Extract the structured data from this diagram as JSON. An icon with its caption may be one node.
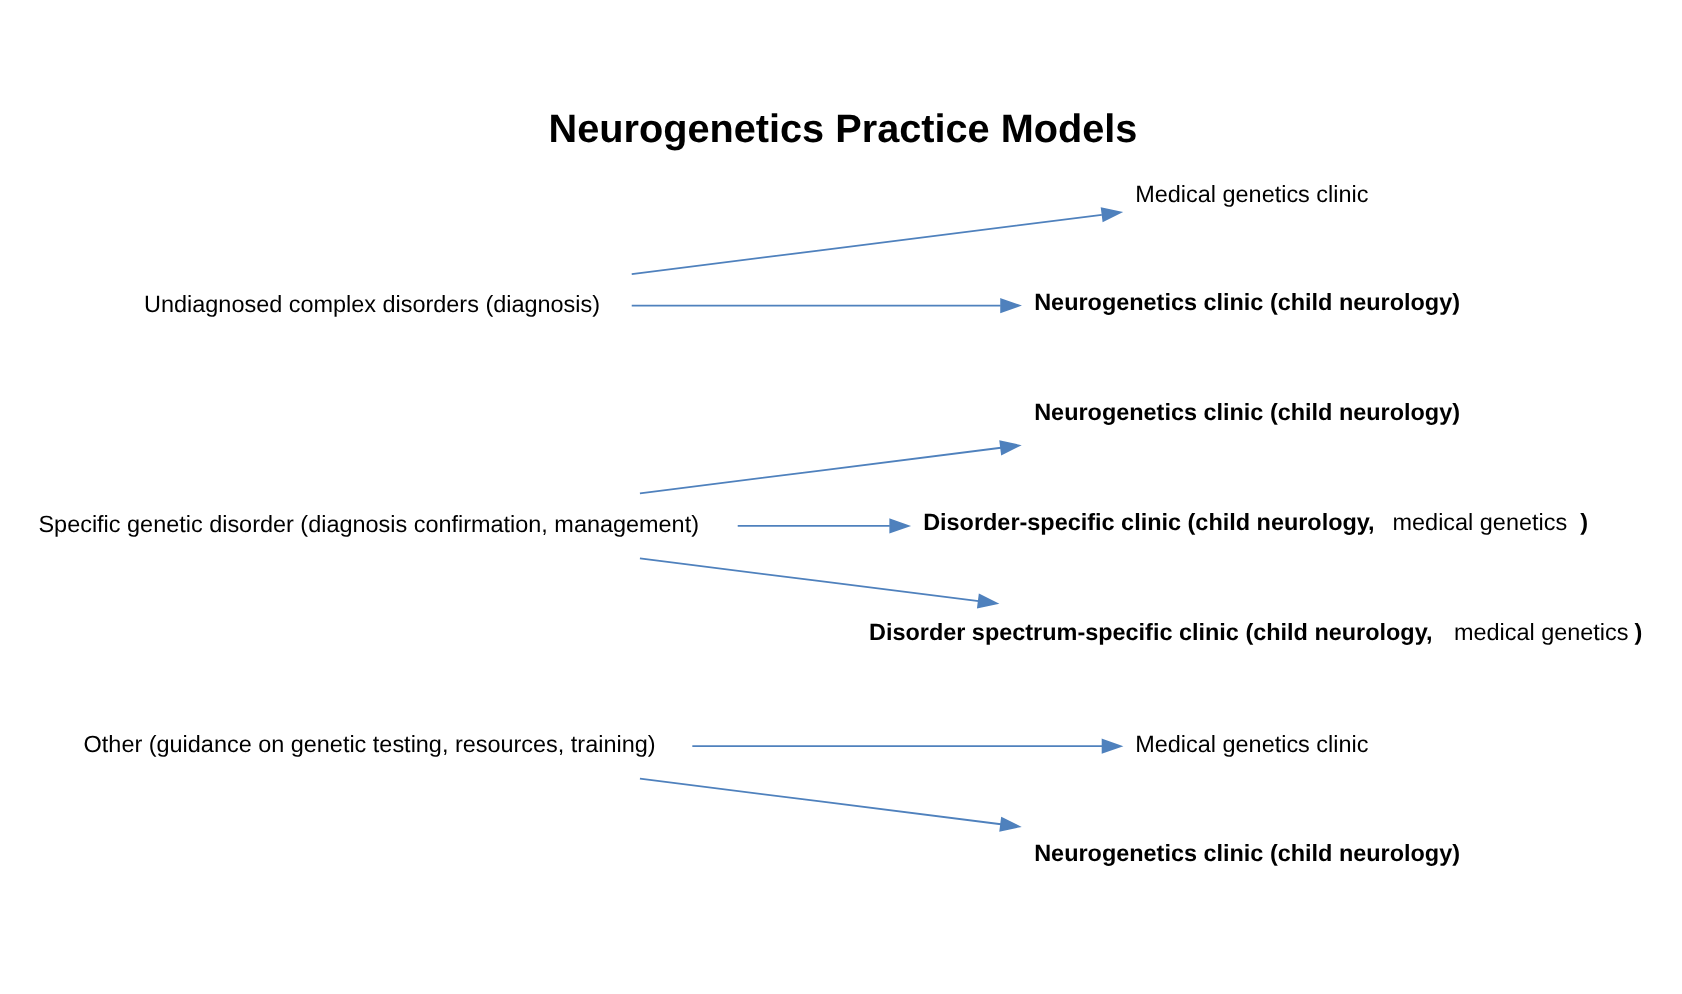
{
  "diagram": {
    "title": "Neurogenetics Practice Models",
    "nodes": [
      {
        "text": [
          "Undiagnosed complex disorders (diagnosis)"
        ]
      },
      {
        "text": [
          "Medical genetics clinic"
        ]
      },
      {
        "text": [
          "Neurogenetics clinic (child neurology)"
        ]
      },
      {
        "text": [
          "Specific genetic disorder (diagnosis confirmation, management)"
        ]
      },
      {
        "text": [
          "Neurogenetics clinic (child neurology)"
        ]
      },
      {
        "text": [
          "**Disorder-specific clinic (child neurology,** medical genetics**)**"
        ]
      },
      {
        "text": [
          "**Disorder spectrum-specific clinic (child neurology,**medical genetics**)**"
        ]
      },
      {
        "text": [
          "Other (guidance on genetic testing, resources, training)"
        ]
      },
      {
        "text": [
          "Medical genetics clinic"
        ]
      },
      {
        "text": [
          "Neurogenetics clinic (child neurology)"
        ]
      }
    ],
    "edges": [
      {
        "from": 0,
        "to": 1,
        "arrow": "to",
        "color": "#4f81bd"
      },
      {
        "from": 0,
        "to": 2,
        "arrow": "to",
        "color": "#4f81bd"
      },
      {
        "from": 3,
        "to": 4,
        "arrow": "to",
        "color": "#4f81bd"
      },
      {
        "from": 3,
        "to": 5,
        "arrow": "to",
        "color": "#4f81bd"
      },
      {
        "from": 3,
        "to": 6,
        "arrow": "to",
        "color": "#4f81bd"
      },
      {
        "from": 7,
        "to": 8,
        "arrow": "to",
        "color": "#4f81bd"
      },
      {
        "from": 7,
        "to": 9,
        "arrow": "to",
        "color": "#4f81bd"
      }
    ]
  }
}
